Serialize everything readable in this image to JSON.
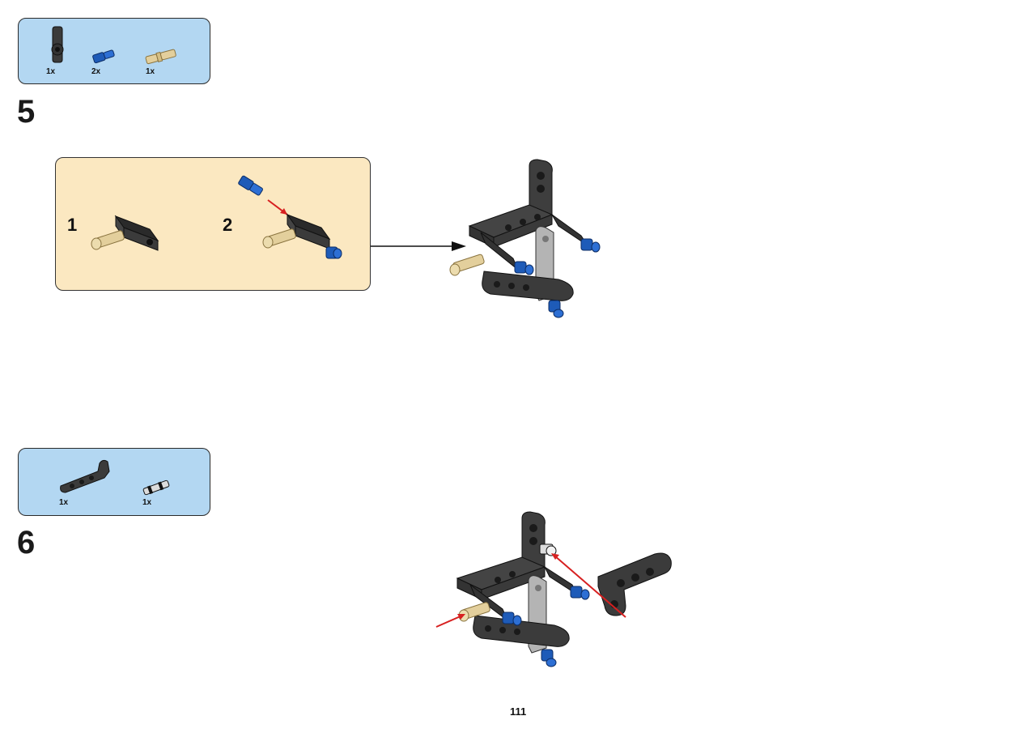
{
  "page": {
    "number": "111"
  },
  "colors": {
    "parts_box": "#b3d7f2",
    "callout_box": "#fbe8c1",
    "dark_grey": "#3b3b3b",
    "light_grey": "#b4b4b4",
    "blue": "#1e5bb8",
    "tan": "#e3cf9c",
    "red_arrow": "#d72020"
  },
  "step5": {
    "number": "5",
    "parts": [
      {
        "icon": "black-connector-part-icon",
        "qty": "1x"
      },
      {
        "icon": "blue-pin-part-icon",
        "qty": "2x"
      },
      {
        "icon": "tan-axle-pin-part-icon",
        "qty": "1x"
      }
    ],
    "substeps": [
      {
        "number": "1"
      },
      {
        "number": "2"
      }
    ]
  },
  "step6": {
    "number": "6",
    "parts": [
      {
        "icon": "l-beam-part-icon",
        "qty": "1x"
      },
      {
        "icon": "axle-joiner-part-icon",
        "qty": "1x"
      }
    ]
  }
}
